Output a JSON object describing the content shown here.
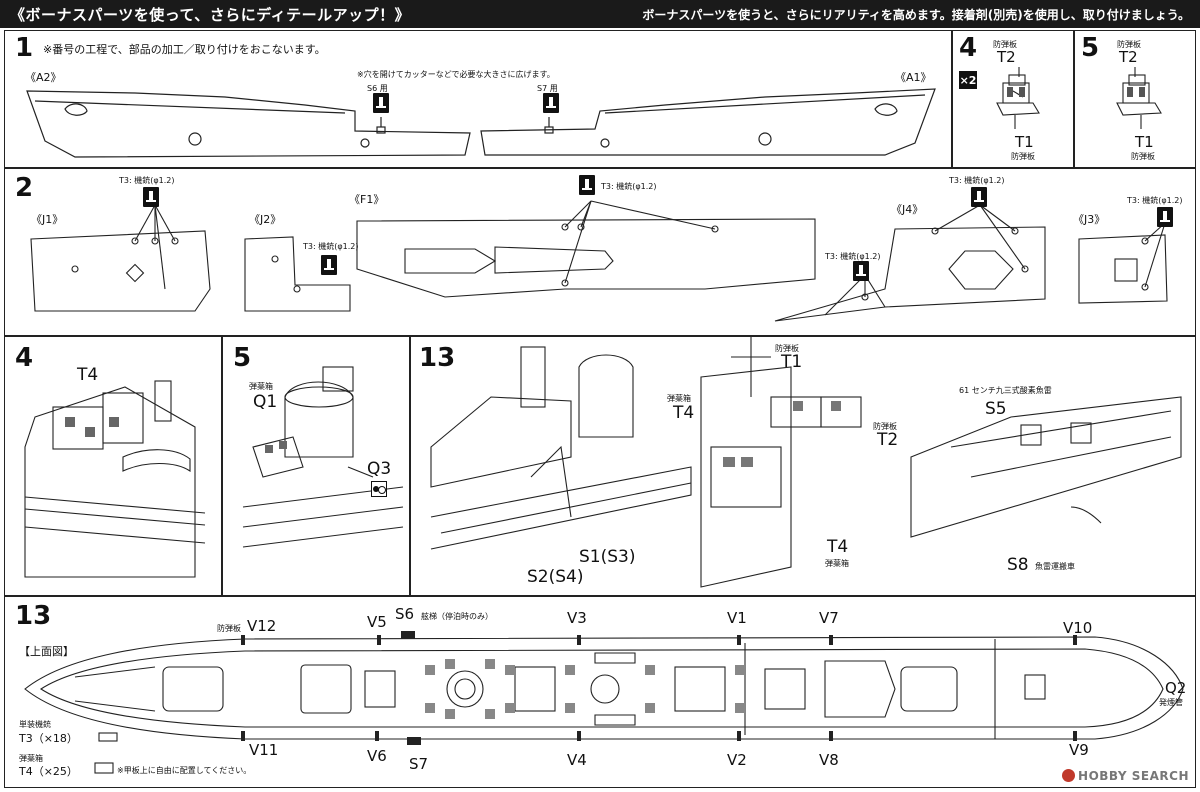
{
  "header": {
    "title": "《ボーナスパーツを使って、さらにディテールアップ！》",
    "subtitle": "ボーナスパーツを使うと、さらにリアリティを高めます。接着剤(別売)を使用し、取り付けましょう。"
  },
  "step1": {
    "number": "1",
    "instruction": "※番号の工程で、部品の加工／取り付けをおこないます。",
    "note": "※穴を開けてカッターなどで必要な大きさに広げます。",
    "left_part": "《A2》",
    "right_part": "《A1》",
    "s6_label": "S6 用",
    "s7_label": "S7 用"
  },
  "step4a": {
    "number": "4",
    "multiplier": "×2",
    "top_jp": "防弾板",
    "top_part": "T2",
    "bottom_part": "T1",
    "bottom_jp": "防弾板"
  },
  "step5a": {
    "number": "5",
    "top_jp": "防弾板",
    "top_part": "T2",
    "bottom_part": "T1",
    "bottom_jp": "防弾板"
  },
  "step2": {
    "number": "2",
    "j1": "《J1》",
    "j2": "《J2》",
    "f1": "《F1》",
    "j4": "《J4》",
    "j3": "《J3》",
    "t3_mg": "T3: 機銃(φ1.2)"
  },
  "step4b": {
    "number": "4",
    "t4": "T4"
  },
  "step5b": {
    "number": "5",
    "q1_jp": "弾薬箱",
    "q1": "Q1",
    "q3": "Q3"
  },
  "step13a": {
    "number": "13",
    "s1s3": "S1(S3)",
    "s2s4": "S2(S4)",
    "t1_jp": "防弾板",
    "t1": "T1",
    "t4_jp": "弾薬箱",
    "t4": "T4",
    "t2_jp": "防弾板",
    "t2": "T2",
    "t4b": "T4",
    "t4b_jp": "弾薬箱",
    "torpedo_jp": "61 センチ九三式酸素魚雷",
    "s5": "S5",
    "s8": "S8",
    "s8_jp": "魚雷運搬車"
  },
  "step13b": {
    "number": "13",
    "top_view": "【上面図】",
    "shield_jp": "防弾板",
    "v12": "V12",
    "v5": "V5",
    "s6": "S6",
    "ladder_jp": "舷梯（停泊時のみ）",
    "v3": "V3",
    "v1": "V1",
    "v7": "V7",
    "v10": "V10",
    "q2": "Q2",
    "q2_jp": "発煙管",
    "v11": "V11",
    "v6": "V6",
    "s7": "S7",
    "v4": "V4",
    "v2": "V2",
    "v8": "V8",
    "v9": "V9",
    "mg_jp": "単装機銃",
    "t3_qty": "T3（×18）",
    "ammo_jp": "弾薬箱",
    "t4_qty": "T4（×25）",
    "deck_note": "※甲板上に自由に配置してください。"
  },
  "watermark": "HOBBY SEARCH"
}
